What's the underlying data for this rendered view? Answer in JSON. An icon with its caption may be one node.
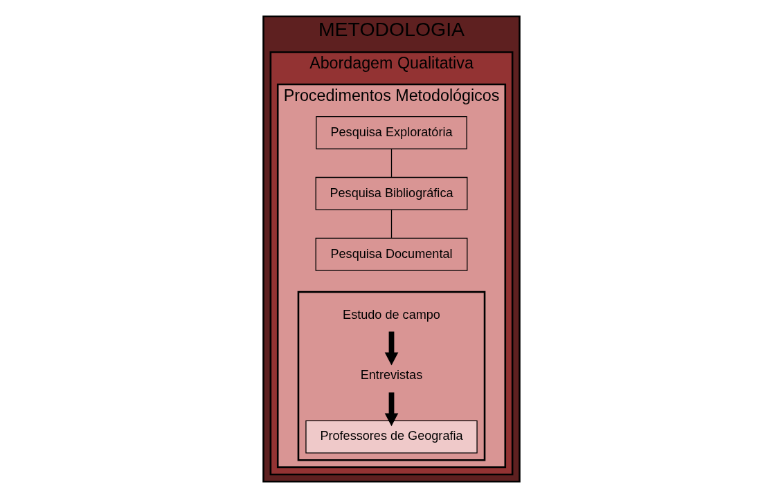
{
  "diagram": {
    "nodes": [
      {
        "text": [
          "METODOLOGIA"
        ]
      },
      {
        "text": [
          "Abordagem Qualitativa"
        ],
        "in": 0
      },
      {
        "text": [
          "Procedimentos Metodológicos"
        ],
        "in": 1
      },
      {
        "text": [
          "Pesquisa Exploratória"
        ],
        "in": 2
      },
      {
        "text": [
          "Pesquisa Bibliográfica"
        ],
        "in": 2
      },
      {
        "text": [
          "Pesquisa Documental"
        ],
        "in": 2
      },
      {
        "text": [],
        "shape": "box",
        "in": 2
      },
      {
        "text": [
          "Estudo de campo"
        ],
        "in": 6
      },
      {
        "text": [
          "Entrevistas"
        ],
        "in": 6
      },
      {
        "text": [
          "Professores de Geografia"
        ],
        "in": 6
      }
    ],
    "edges": [
      {
        "from": 3,
        "to": 4,
        "arrow": "none"
      },
      {
        "from": 4,
        "to": 5,
        "arrow": "none"
      },
      {
        "from": 7,
        "to": 8,
        "arrow": "to",
        "style": "thick"
      },
      {
        "from": 8,
        "to": 9,
        "arrow": "to",
        "style": "thick"
      }
    ]
  }
}
